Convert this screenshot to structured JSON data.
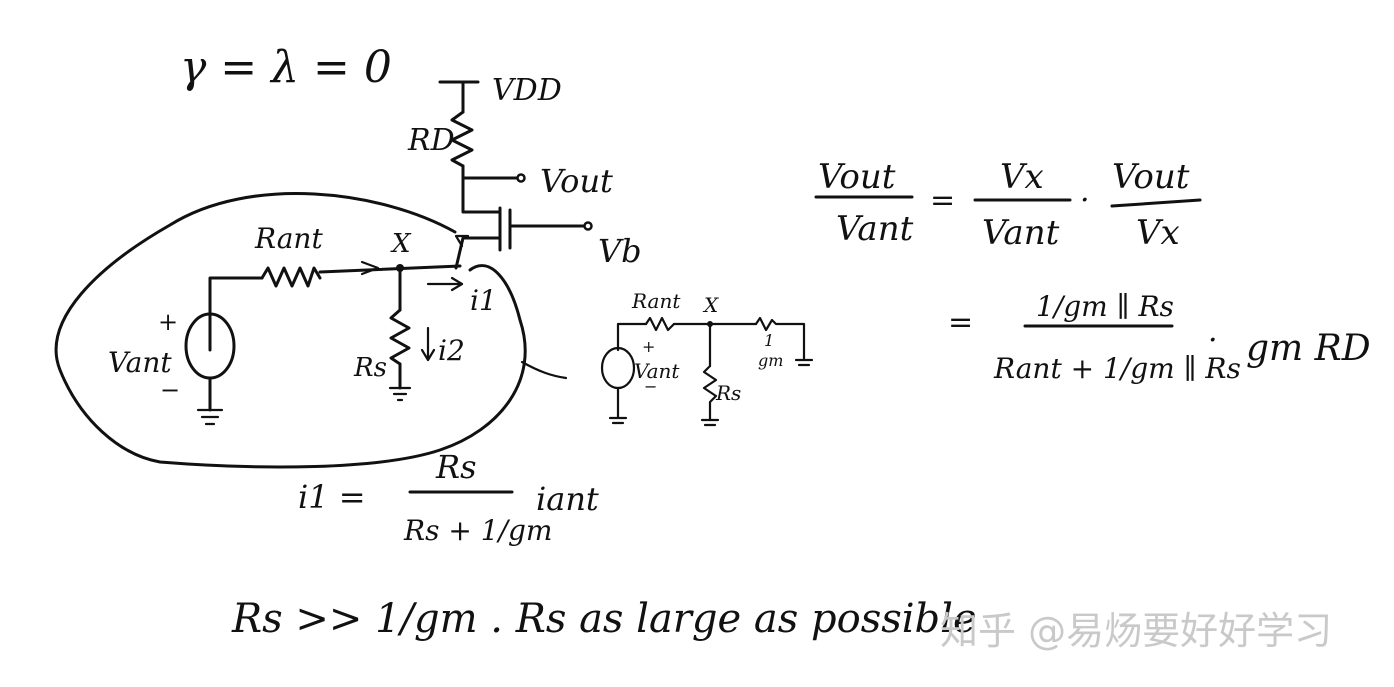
{
  "header_eq": "γ = λ = 0",
  "circuit": {
    "vdd": "VDD",
    "rd": "RD",
    "vout": "Vout",
    "vb": "Vb",
    "rant": "Rant",
    "node_x": "X",
    "i1": "i1",
    "i2": "i2",
    "rs": "Rs",
    "vant": "Vant",
    "plus": "+",
    "minus": "−"
  },
  "small_circuit": {
    "rant": "Rant",
    "node_x": "X",
    "vant": "Vant",
    "rs": "Rs",
    "gm_num": "1",
    "gm_den": "gm",
    "plus": "+",
    "minus": "−"
  },
  "gain_eq": {
    "lhs_num": "Vout",
    "lhs_den": "Vant",
    "eq": "=",
    "f1_num": "Vx",
    "f1_den": "Vant",
    "dot": "·",
    "f2_num": "Vout",
    "f2_den": "Vx",
    "line2_eq": "=",
    "f3_num": "1/gm ∥ Rs",
    "f3_den": "Rant + 1/gm ∥ Rs",
    "tail": "gm RD"
  },
  "current_eq": {
    "lhs": "i1 =",
    "num": "Rs",
    "den": "Rs + 1/gm",
    "tail": "iant"
  },
  "bottom_note": "Rs >> 1/gm . Rs as large as possible",
  "watermark": "知乎 @易炀要好好学习"
}
